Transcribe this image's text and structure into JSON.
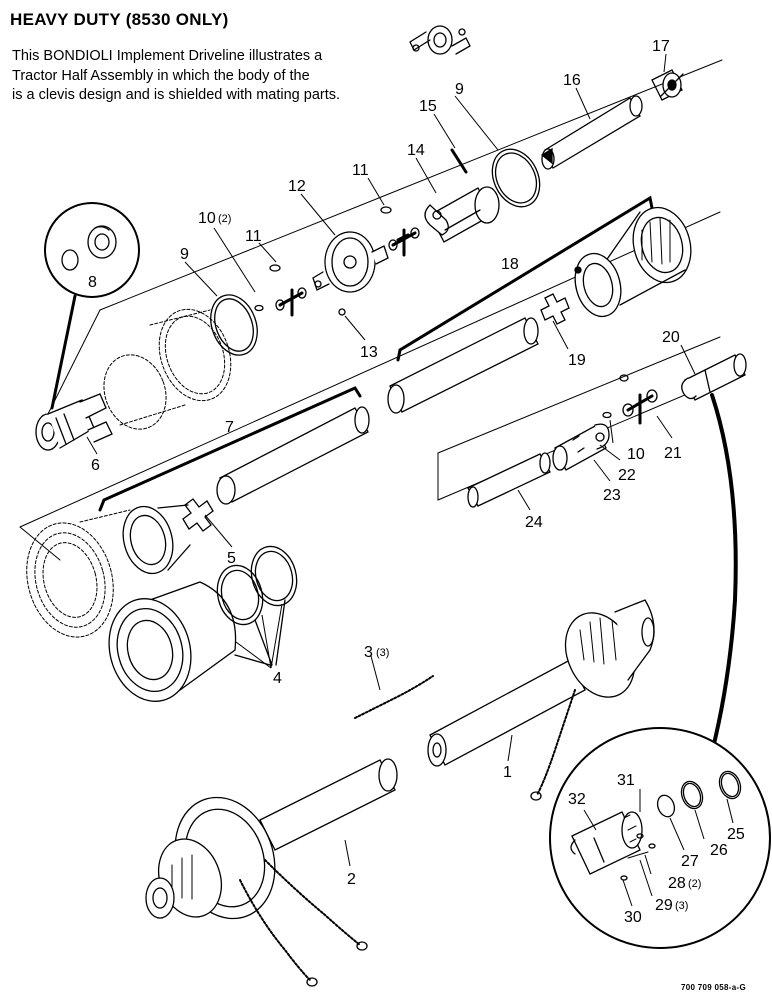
{
  "header": {
    "title": "HEAVY DUTY (8530 ONLY)",
    "description_lines": [
      "This BONDIOLI Implement Driveline illustrates a",
      "Tractor Half Assembly in which the body of the",
      "is a clevis design and is shielded with mating parts."
    ]
  },
  "callouts": [
    {
      "num": "1"
    },
    {
      "num": "2"
    },
    {
      "num": "3",
      "qty": "(3)"
    },
    {
      "num": "4"
    },
    {
      "num": "5"
    },
    {
      "num": "6"
    },
    {
      "num": "7"
    },
    {
      "num": "8"
    },
    {
      "num": "9"
    },
    {
      "num": "9"
    },
    {
      "num": "10",
      "qty": "(2)"
    },
    {
      "num": "10"
    },
    {
      "num": "11"
    },
    {
      "num": "11"
    },
    {
      "num": "12"
    },
    {
      "num": "13"
    },
    {
      "num": "14"
    },
    {
      "num": "15"
    },
    {
      "num": "16"
    },
    {
      "num": "17"
    },
    {
      "num": "18"
    },
    {
      "num": "19"
    },
    {
      "num": "20"
    },
    {
      "num": "21"
    },
    {
      "num": "22"
    },
    {
      "num": "23"
    },
    {
      "num": "24"
    },
    {
      "num": "25"
    },
    {
      "num": "26"
    },
    {
      "num": "27"
    },
    {
      "num": "28",
      "qty": "(2)"
    },
    {
      "num": "29",
      "qty": "(3)"
    },
    {
      "num": "30"
    },
    {
      "num": "31"
    },
    {
      "num": "32"
    }
  ],
  "figure_code": "700 709 058-a-G"
}
